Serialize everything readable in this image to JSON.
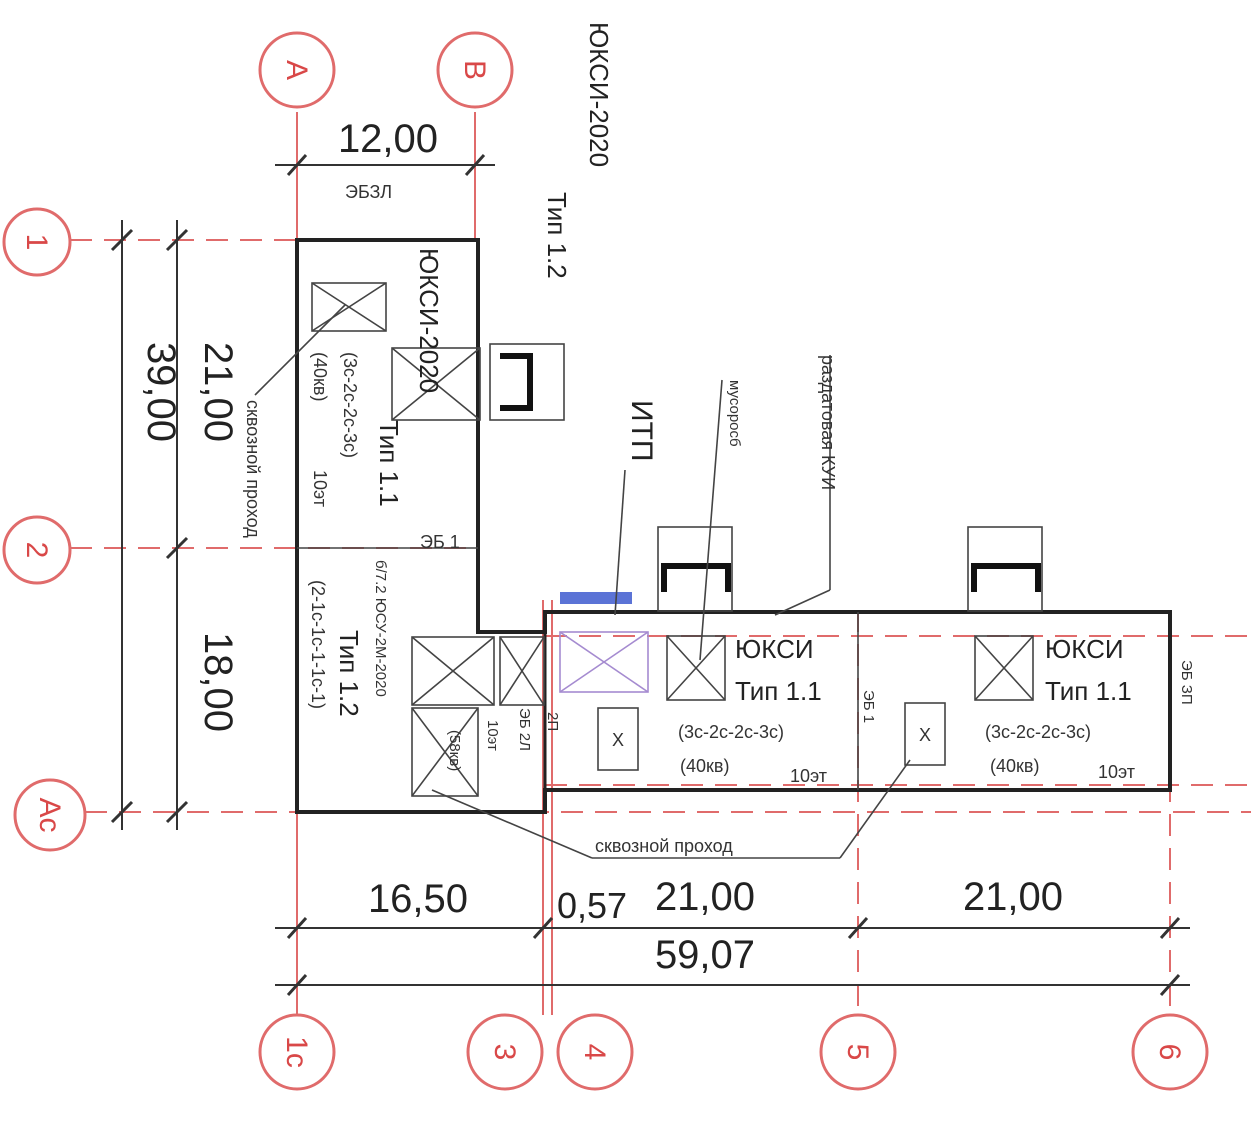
{
  "axes": {
    "letters": [
      "A",
      "B",
      "Ac"
    ],
    "numbers": [
      "1",
      "2",
      "1c",
      "3",
      "4",
      "5",
      "6"
    ]
  },
  "dimensions": {
    "top_width": "12,00",
    "left_total": "39,00",
    "left_upper": "21,00",
    "left_lower": "18,00",
    "bottom_1": "16,50",
    "bottom_2": "0,57",
    "bottom_3": "21,00",
    "bottom_4": "21,00",
    "bottom_total": "59,07"
  },
  "labels": {
    "top_section_name": "ЮКСИ-2020",
    "top_section_type": "Тип 1.2",
    "upper_block_name": "ЮКСИ-2020",
    "upper_block_type": "Тип 1.1",
    "upper_block_config": "(3с-2с-2с-3с)",
    "upper_block_flats": "(40кв)",
    "upper_block_floors": "10эт",
    "lower_block_type": "Тип 1.2",
    "lower_block_full": "б/7.2 ЮСУ-2М-2020",
    "lower_block_config": "(2-1с-1с-1-1с-1)",
    "through_passage_left": "сквозной проход",
    "through_passage_bottom": "сквозной проход",
    "itp": "ИТП",
    "waste": "мусоросб",
    "kui": "раздатовая КУИ",
    "sec_ebzl": "ЭБЗЛ",
    "sec_eb1_a": "ЭБ 1",
    "sec_eb2l": "ЭБ 2Л",
    "sec_eb1_b": "ЭБ 1",
    "sec_eb3p": "ЭБ ЗП",
    "sec_2p": "2П",
    "mid_floors": "10эт",
    "mid_flats": "(58кв)",
    "block2_name": "ЮКСИ",
    "block2_type": "Тип 1.1",
    "block2_config": "(3с-2с-2с-3с)",
    "block2_flats": "(40кв)",
    "block2_floors": "10эт",
    "block3_name": "ЮКСИ",
    "block3_type": "Тип 1.1",
    "block3_config": "(3с-2с-2с-3с)",
    "block3_flats": "(40кв)",
    "block3_floors": "10эт"
  }
}
